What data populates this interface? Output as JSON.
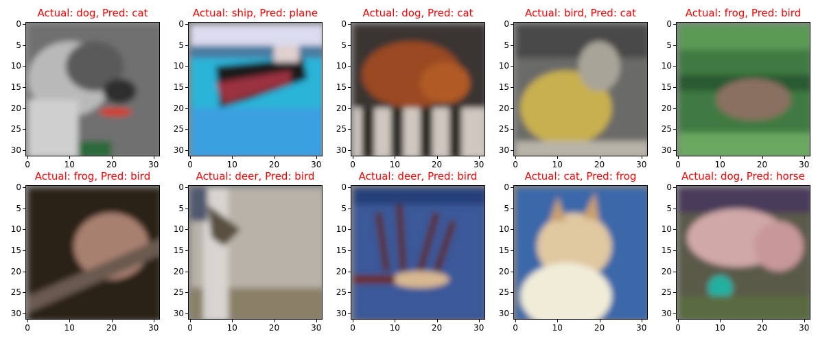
{
  "tick_values": [
    "0",
    "5",
    "10",
    "15",
    "20",
    "25",
    "30"
  ],
  "x_tick_values": [
    "0",
    "10",
    "20",
    "30"
  ],
  "title_color": "#ff0000",
  "panels": [
    {
      "title": "Actual: dog, Pred: cat",
      "subject": "dog"
    },
    {
      "title": "Actual: ship, Pred: plane",
      "subject": "ship"
    },
    {
      "title": "Actual: dog, Pred: cat",
      "subject": "dog"
    },
    {
      "title": "Actual: bird, Pred: cat",
      "subject": "bird"
    },
    {
      "title": "Actual: frog, Pred: bird",
      "subject": "frog"
    },
    {
      "title": "Actual: frog, Pred: bird",
      "subject": "frog"
    },
    {
      "title": "Actual: deer, Pred: bird",
      "subject": "deer"
    },
    {
      "title": "Actual: deer, Pred: bird",
      "subject": "deer"
    },
    {
      "title": "Actual: cat, Pred: frog",
      "subject": "cat"
    },
    {
      "title": "Actual: dog, Pred: horse",
      "subject": "dog"
    }
  ]
}
